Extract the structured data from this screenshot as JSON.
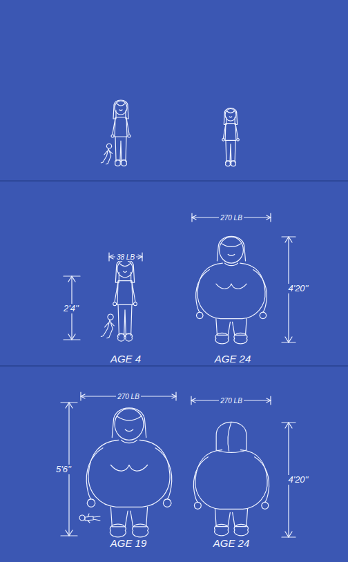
{
  "diagram": {
    "labels": [
      "38 LB",
      "2'4''",
      "270 LB",
      "4'20''",
      "AGE 4",
      "AGE 24",
      "270 LB",
      "5'6''",
      "270 LB",
      "4'20''",
      "AGE 19",
      "AGE 24"
    ]
  }
}
